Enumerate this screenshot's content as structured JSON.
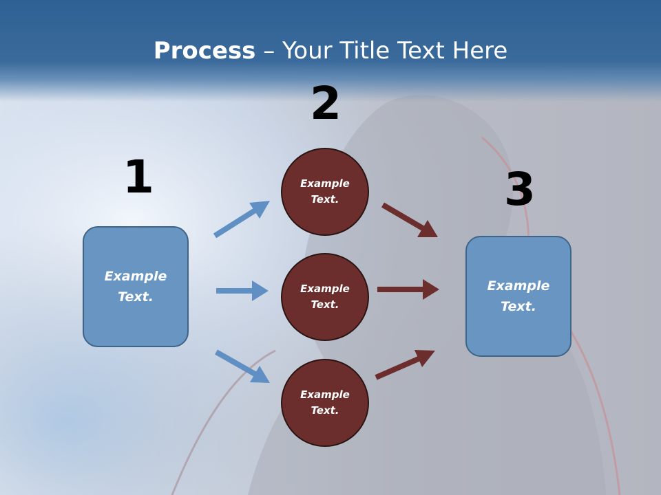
{
  "title": {
    "bold": "Process",
    "rest": " – Your Title Text Here"
  },
  "numbers": {
    "step1": "1",
    "step2": "2",
    "step3": "3"
  },
  "left_box": {
    "line1": "Example",
    "line2": "Text."
  },
  "right_box": {
    "line1": "Example",
    "line2": "Text."
  },
  "circles": [
    {
      "line1": "Example",
      "line2": "Text."
    },
    {
      "line1": "Example",
      "line2": "Text."
    },
    {
      "line1": "Example",
      "line2": "Text."
    }
  ],
  "colors": {
    "title_band": "#2f6194",
    "box_fill": "#6995c3",
    "circle_fill": "#6b2e2c",
    "blue_arrow": "#5f8fc3",
    "red_arrow": "#6b2e2c"
  }
}
